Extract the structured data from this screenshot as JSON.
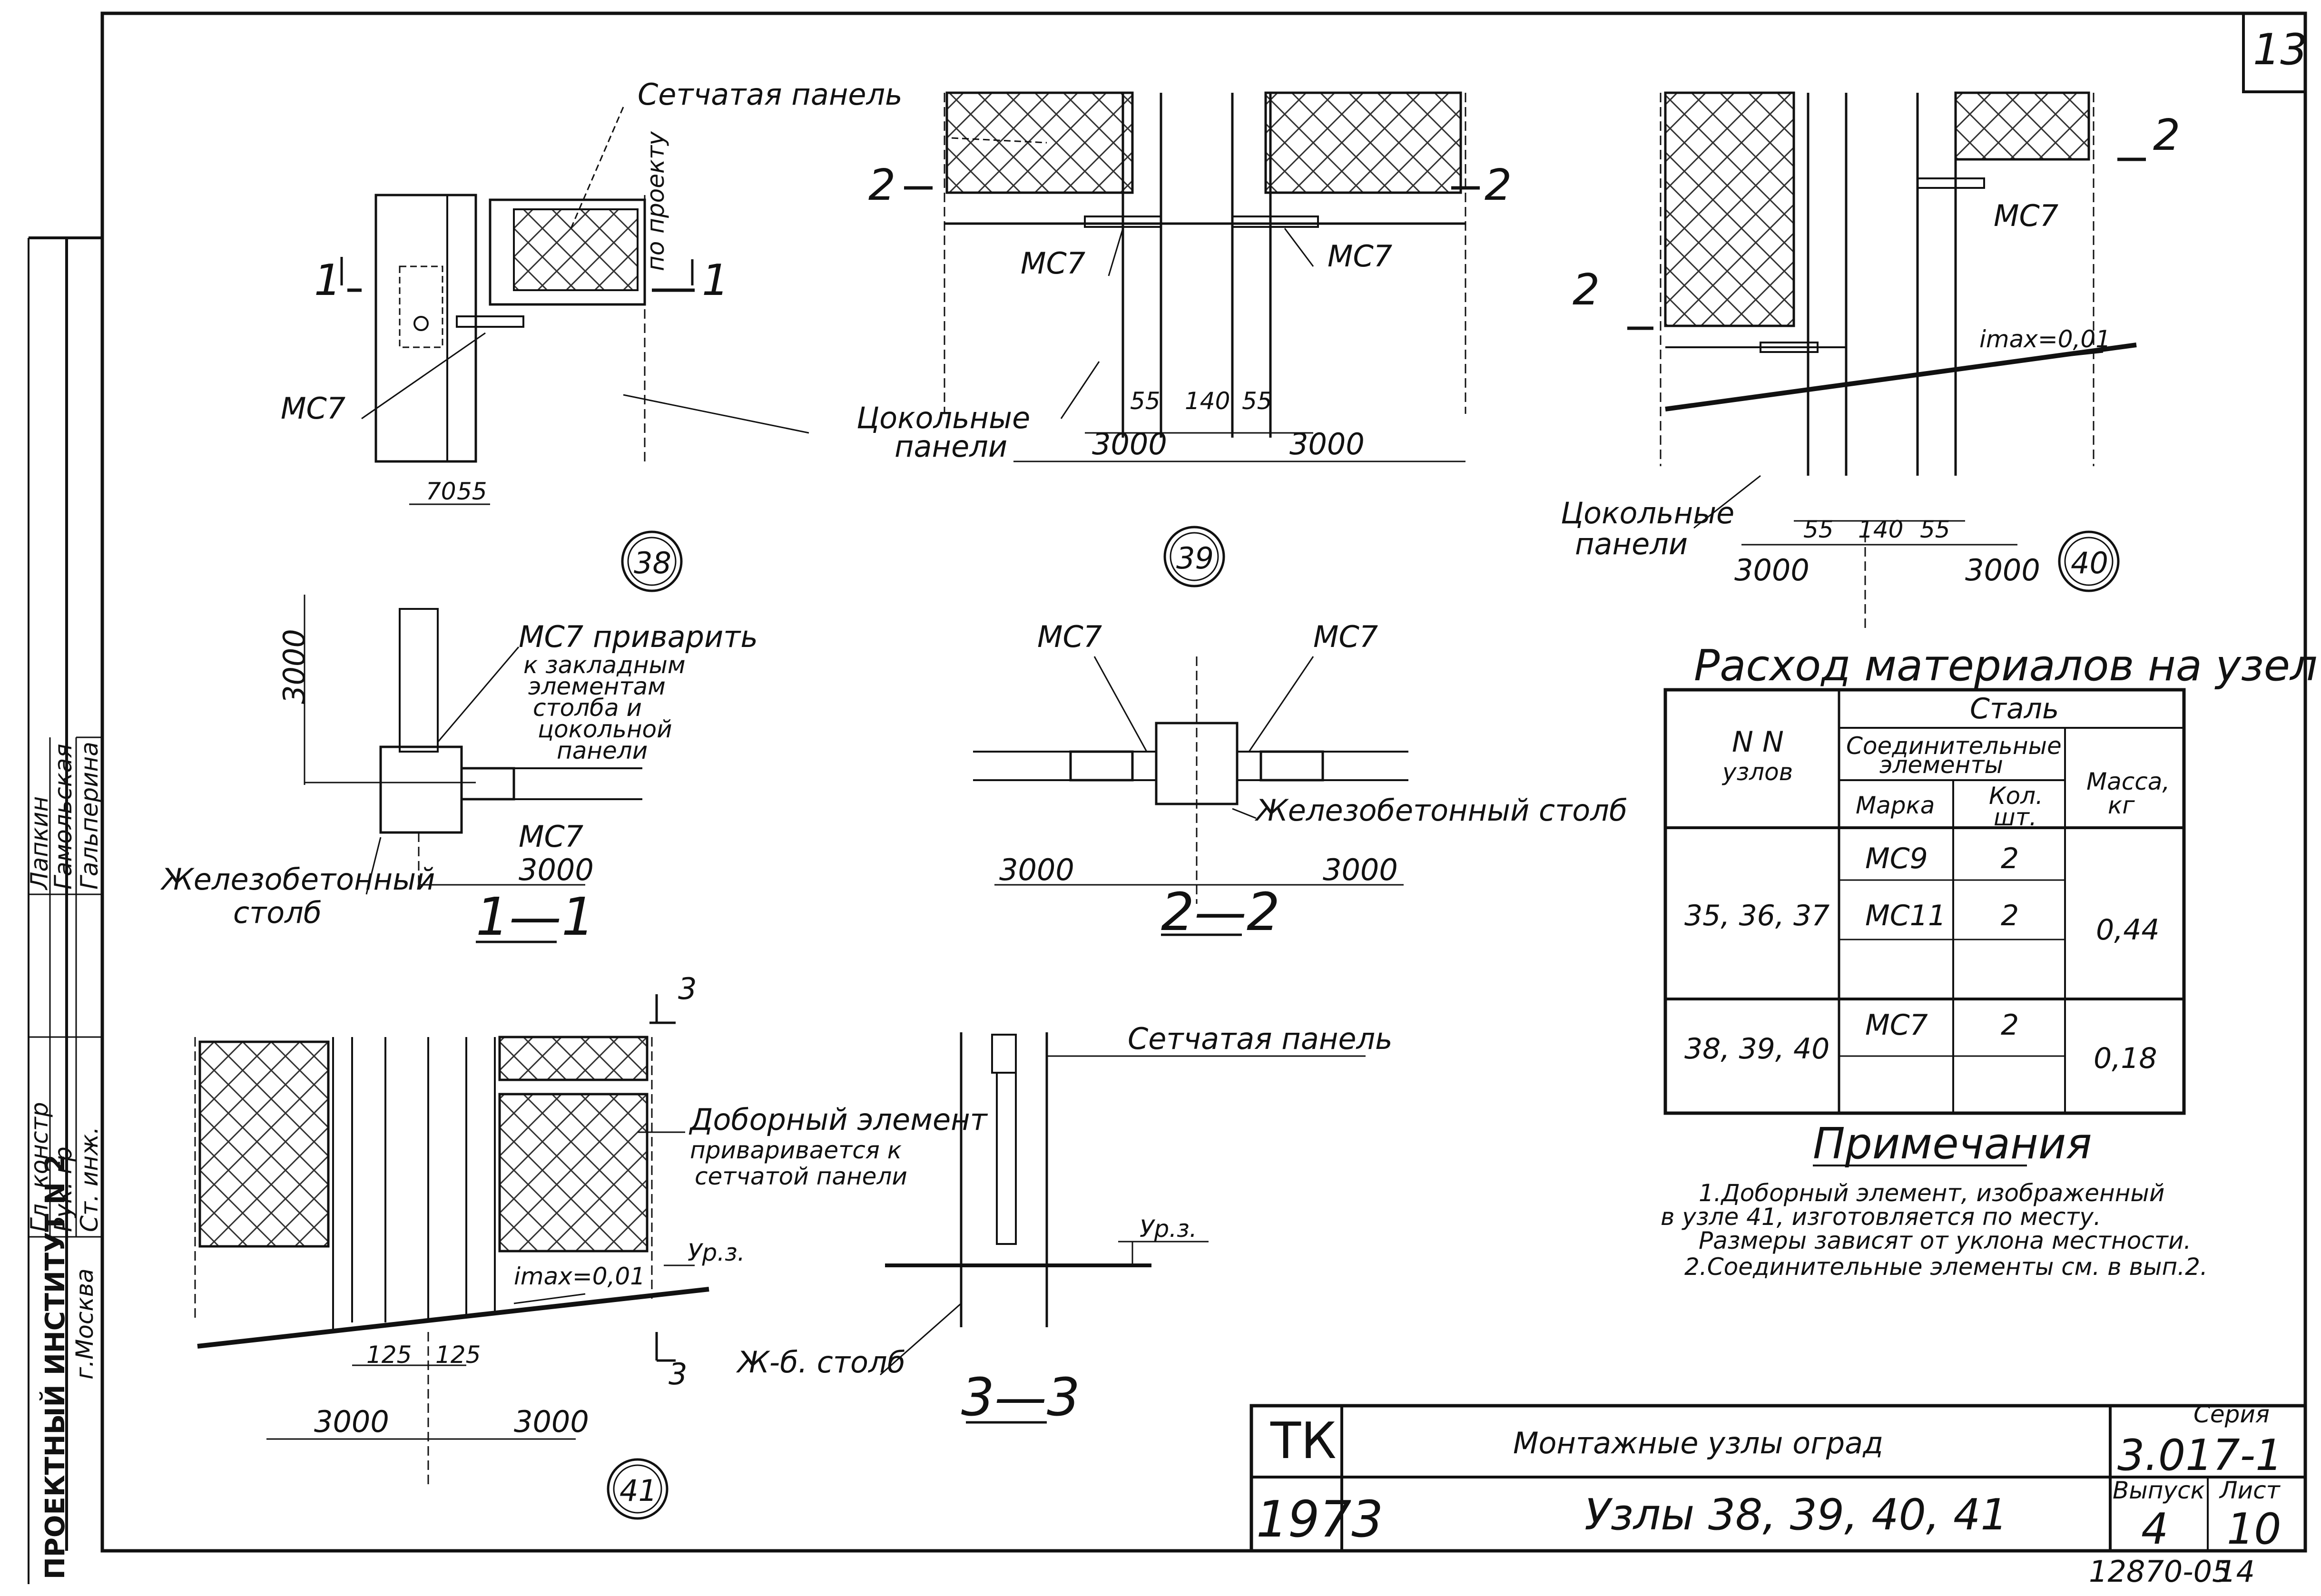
{
  "sheet": {
    "corner_number": "13",
    "footer_code": "12870-05",
    "footer_page": "14"
  },
  "stamp": {
    "org": "ПРОЕКТНЫЙ ИНСТИТУТ N 2",
    "city": "г.Москва",
    "roles": [
      "Гл. констр",
      "Рук. гр",
      "Ст. инж."
    ],
    "names": [
      "Лапкин",
      "Гамольская",
      "Гальперина"
    ]
  },
  "nodes": {
    "n38": {
      "number": "38",
      "panel": "Сетчатая панель",
      "by_project": "по проекту",
      "mark": "МС7",
      "section": "1",
      "dims": [
        "70",
        "55"
      ]
    },
    "n39": {
      "number": "39",
      "section": "2",
      "mark_left": "МС7",
      "mark_right": "МС7",
      "plinth_line1": "Цокольные",
      "plinth_line2": "панели",
      "dims": [
        "55",
        "140",
        "55"
      ],
      "spans": [
        "3000",
        "3000"
      ]
    },
    "n40": {
      "number": "40",
      "section": "2",
      "mark": "МС7",
      "slope": "imax=0,01",
      "plinth_line1": "Цокольные",
      "plinth_line2": "панели",
      "dims": [
        "55",
        "140",
        "55"
      ],
      "spans": [
        "3000",
        "3000"
      ]
    },
    "n41": {
      "number": "41",
      "section": "3",
      "element_line1": "Доборный элемент",
      "element_line2": "приваривается к",
      "element_line3": "сетчатой панели",
      "level": "Ур.з.",
      "slope": "imax=0,01",
      "dims": [
        "125",
        "125"
      ],
      "spans": [
        "3000",
        "3000"
      ]
    }
  },
  "sections": {
    "s11": {
      "title": "1—1",
      "height": "3000",
      "weld_line1": "МС7 приварить",
      "weld_line2": "к закладным",
      "weld_line3": "элементам",
      "weld_line4": "столба и",
      "weld_line5": "цокольной",
      "weld_line6": "панели",
      "mark": "МС7",
      "span": "3000",
      "column_line1": "Железобетонный",
      "column_line2": "столб"
    },
    "s22": {
      "title": "2—2",
      "mark_left": "МС7",
      "mark_right": "МС7",
      "column": "Железобетонный столб",
      "spans": [
        "3000",
        "3000"
      ]
    },
    "s33": {
      "title": "3—3",
      "panel": "Сетчатая панель",
      "level": "Ур.з.",
      "column": "Ж-б. столб"
    }
  },
  "materials": {
    "title": "Расход материалов на узел",
    "col_nodes_line1": "N N",
    "col_nodes_line2": "узлов",
    "col_steel": "Сталь",
    "col_elements_line1": "Соединительные",
    "col_elements_line2": "элементы",
    "col_mark": "Марка",
    "col_qty_line1": "Кол.",
    "col_qty_line2": "шт.",
    "col_mass_line1": "Масса,",
    "col_mass_line2": "кг",
    "rows": [
      {
        "nodes": "35, 36, 37",
        "marks": [
          "МС9",
          "МС11"
        ],
        "qty": [
          "2",
          "2"
        ],
        "mass": "0,44"
      },
      {
        "nodes": "38, 39, 40",
        "marks": [
          "МС7"
        ],
        "qty": [
          "2"
        ],
        "mass": "0,18"
      }
    ]
  },
  "notes": {
    "title": "Примечания",
    "lines": [
      "1.Доборный элемент, изображенный",
      "в узле 41, изготовляется по месту.",
      "Размеры зависят от уклона местности.",
      "2.Соединительные элементы см. в вып.2."
    ]
  },
  "title_block": {
    "org": "ТК",
    "year": "1973",
    "title": "Монтажные узлы оград",
    "subtitle": "Узлы 38, 39, 40, 41",
    "series_label": "Серия",
    "series": "3.017-1",
    "issue_label": "Выпуск",
    "issue": "4",
    "sheet_label": "Лист",
    "sheet": "10"
  }
}
